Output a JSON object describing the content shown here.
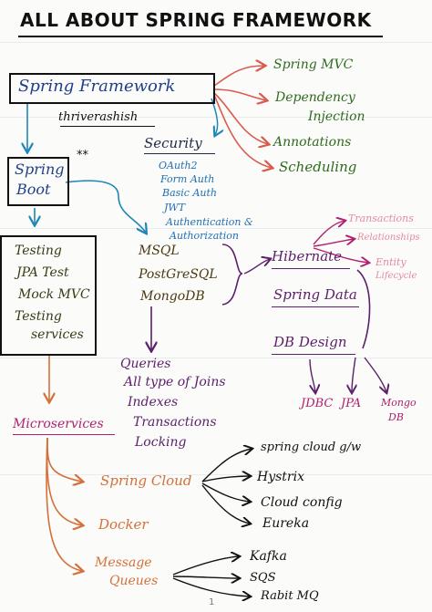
{
  "title": "ALL ABOUT SPRING FRAMEWORK",
  "author": "thriverashish",
  "page_number": "1",
  "footnote_mark": "**",
  "colors": {
    "ink": "#111111",
    "blue": "#1f6fb5",
    "teal": "#1e86b8",
    "green": "#2e6b1f",
    "red": "#d95b4f",
    "purple": "#5c1f6b",
    "magenta": "#b0206e",
    "pink": "#e58aa0",
    "orange": "#d4703a",
    "navy": "#232a4a"
  },
  "nodes": {
    "spring_framework": "Spring Framework",
    "spring_boot_1": "Spring",
    "spring_boot_2": "Boot",
    "security": "Security",
    "microservices": "Microservices"
  },
  "framework_features": [
    "Spring MVC",
    "Dependency",
    "Injection",
    "Annotations",
    "Scheduling"
  ],
  "security_items": [
    "OAuth2",
    "Form Auth",
    "Basic Auth",
    "JWT",
    "Authentication &",
    "Authorization"
  ],
  "testing_items": [
    "Testing",
    "JPA Test",
    "Mock MVC",
    "Testing",
    "services"
  ],
  "databases": [
    "MSQL",
    "PostGreSQL",
    "MongoDB"
  ],
  "data_access": [
    "Hibernate",
    "Spring Data",
    "DB Design"
  ],
  "hibernate_topics": [
    "Transactions",
    "Relationships",
    "Entity",
    "Lifecycle"
  ],
  "db_design_outputs": [
    "JDBC",
    "JPA",
    "Mongo",
    "DB"
  ],
  "db_topics": [
    "Queries",
    "All type of Joins",
    "Indexes",
    "Transactions",
    "Locking"
  ],
  "microservice_branches": [
    "Spring Cloud",
    "Docker",
    "Message",
    "Queues"
  ],
  "spring_cloud_items": [
    "spring cloud g/w",
    "Hystrix",
    "Cloud config",
    "Eureka"
  ],
  "queue_items": [
    "Kafka",
    "SQS",
    "Rabit MQ"
  ]
}
